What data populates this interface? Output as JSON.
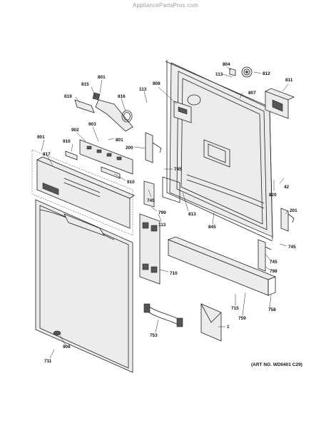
{
  "watermark": "AppliancePartsPros.com",
  "art_number": "(ART NO. WD0401 C29)",
  "callouts": {
    "c801a": "801",
    "c815": "815",
    "c819": "819",
    "c816": "816",
    "c113a": "113",
    "c808": "808",
    "c804": "804",
    "c113b": "113",
    "c812": "812",
    "c811": "811",
    "c807": "807",
    "c901": "901",
    "c902": "902",
    "c903": "903",
    "c801b": "801",
    "c910a": "910",
    "c817": "817",
    "c200": "200",
    "c745a": "745",
    "c910b": "910",
    "c42": "42",
    "c820": "820",
    "c745b": "745",
    "c799": "799",
    "c813": "813",
    "c113c": "113",
    "c845": "845",
    "c201": "201",
    "c745c": "745",
    "c745d": "745",
    "c798": "798",
    "c710": "710",
    "c715": "715",
    "c758": "758",
    "c759": "759",
    "c753": "753",
    "c1": "1",
    "c906": "906",
    "c711": "711"
  }
}
